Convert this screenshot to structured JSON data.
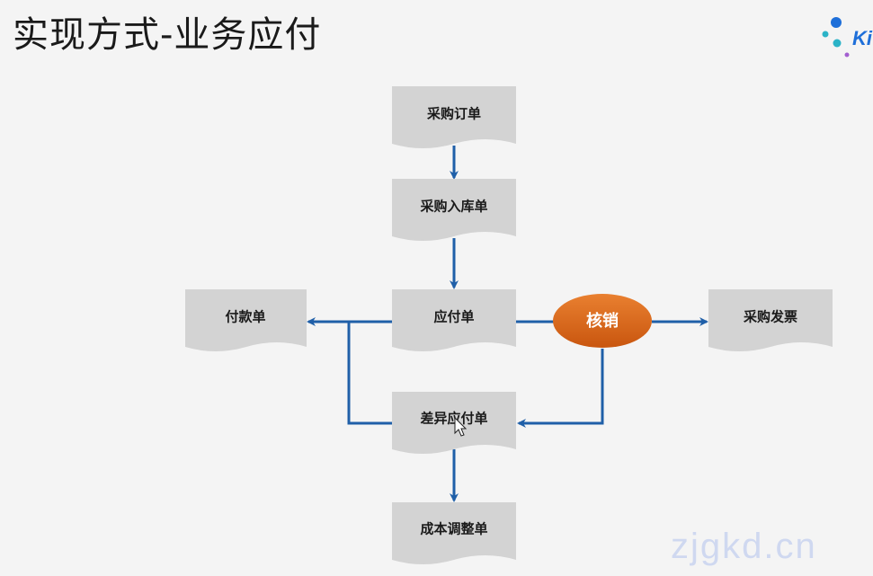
{
  "slide": {
    "title": "实现方式-业务应付",
    "logo_text": "Ki",
    "watermark": "zjgkd.cn"
  },
  "nodes": {
    "purchase_order": "采购订单",
    "purchase_receipt": "采购入库单",
    "payable": "应付单",
    "payment": "付款单",
    "writeoff": "核销",
    "purchase_invoice": "采购发票",
    "difference_payable": "差异应付单",
    "cost_adjustment": "成本调整单"
  },
  "colors": {
    "doc_fill": "#d3d3d3",
    "arrow": "#1f5fa8",
    "hub_fill": "#d8641a",
    "logo_blue": "#1e6fd9",
    "logo_teal": "#2bb3c7",
    "logo_purple": "#a35fd0"
  }
}
